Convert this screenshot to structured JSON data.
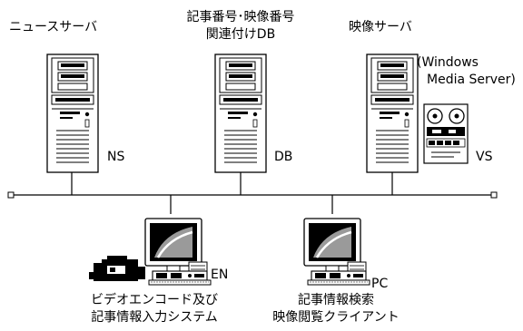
{
  "servers": {
    "news": {
      "title": "ニュースサーバ",
      "tag": "NS"
    },
    "db": {
      "title_line1": "記事番号･映像番号",
      "title_line2": "関連付けDB",
      "tag": "DB"
    },
    "video": {
      "title": "映像サーバ",
      "note_line1": "(Windows",
      "note_line2": "Media Server)",
      "tag": "VS"
    }
  },
  "clients": {
    "encoder": {
      "tag": "EN",
      "line1": "ビデオエンコード及び",
      "line2": "記事情報入力システム"
    },
    "browser": {
      "tag": "PC",
      "line1": "記事情報検索",
      "line2": "映像閲覧クライアント"
    }
  }
}
